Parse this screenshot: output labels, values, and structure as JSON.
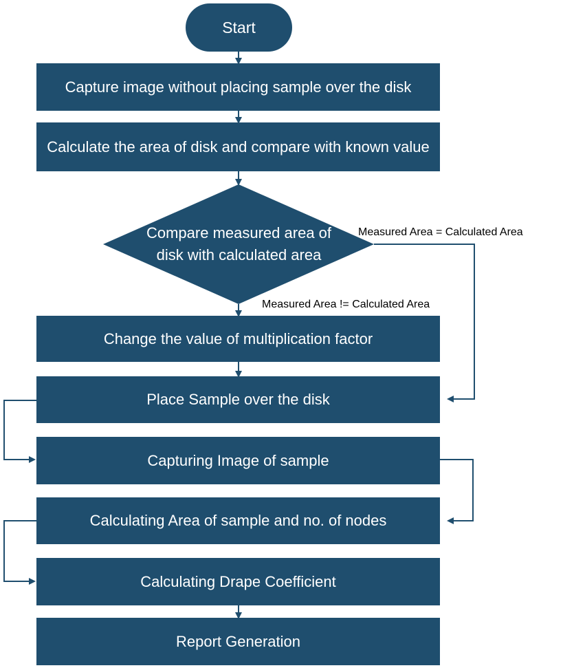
{
  "nodes": {
    "start": "Start",
    "capture_no_sample": "Capture image without placing sample over the disk",
    "calculate_disk_area": "Calculate the area of disk and compare with known value",
    "compare_decision": "Compare measured area of disk with calculated area",
    "change_factor": "Change the value of multiplication factor",
    "place_sample": "Place Sample over the disk",
    "capture_sample": "Capturing Image of sample",
    "calc_sample_area": "Calculating Area of sample and no. of nodes",
    "calc_drape": "Calculating Drape Coefficient",
    "report": "Report Generation"
  },
  "edges": {
    "equal_label": "Measured Area = Calculated Area",
    "not_equal_label": "Measured Area != Calculated Area"
  },
  "colors": {
    "node_fill": "#1f4e6e",
    "node_text": "#ffffff",
    "connector": "#1f4e6e",
    "label_text": "#000000"
  }
}
